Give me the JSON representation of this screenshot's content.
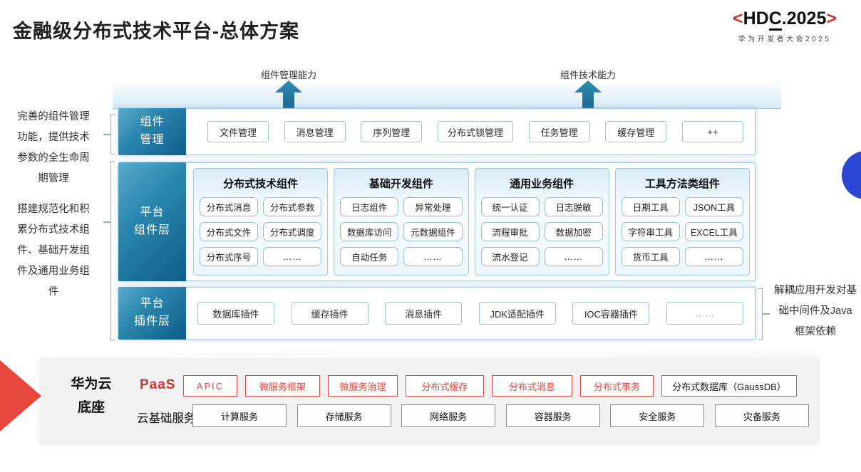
{
  "title": "金融级分布式技术平台-总体方案",
  "logo": {
    "left_bracket": "<",
    "hdc_pre": "HD",
    "hdc_c": "C",
    "hdc_post": ".2025",
    "right_bracket": ">",
    "subtitle": "华为开发者大会2025"
  },
  "arrows": [
    {
      "label": "组件管理能力"
    },
    {
      "label": "组件技术能力"
    }
  ],
  "left_notes": [
    "完善的组件管理功能，提供技术参数的全生命周期管理",
    "搭建规范化和积累分布式技术组件、基础开发组件及通用业务组件"
  ],
  "right_note": "解耦应用开发对基础中间件及Java框架依赖",
  "rows": {
    "component_mgmt": {
      "label": "组件\n管理",
      "items": [
        "文件管理",
        "消息管理",
        "序列管理",
        "分布式锁管理",
        "任务管理",
        "缓存管理",
        "++"
      ]
    },
    "platform_components": {
      "label": "平台\n组件层",
      "columns": [
        {
          "title": "分布式技术组件",
          "items": [
            "分布式消息",
            "分布式参数",
            "分布式文件",
            "分布式调度",
            "分布式序号",
            "……"
          ]
        },
        {
          "title": "基础开发组件",
          "items": [
            "日志组件",
            "异常处理",
            "数据库访问",
            "元数据组件",
            "自动任务",
            "……"
          ]
        },
        {
          "title": "通用业务组件",
          "items": [
            "统一认证",
            "日志脱敏",
            "流程审批",
            "数据加密",
            "流水登记",
            "……"
          ]
        },
        {
          "title": "工具方法类组件",
          "items": [
            "日期工具",
            "JSON工具",
            "字符串工具",
            "EXCEL工具",
            "货币工具",
            "……"
          ]
        }
      ]
    },
    "platform_plugins": {
      "label": "平台\n插件层",
      "items": [
        "数据库插件",
        "缓存插件",
        "消息插件",
        "JDK适配插件",
        "IOC容器插件",
        "……"
      ]
    }
  },
  "foundation": {
    "label": "华为云\n底座",
    "paas": {
      "label": "PaaS",
      "items": [
        "APIC",
        "微服务框架",
        "微服务治理",
        "分布式缓存",
        "分布式消息",
        "分布式事务"
      ],
      "db": "分布式数据库（GaussDB）"
    },
    "cloud": {
      "label": "云基础服务",
      "items": [
        "计算服务",
        "存储服务",
        "网络服务",
        "容器服务",
        "安全服务",
        "灾备服务"
      ]
    }
  },
  "colors": {
    "accent_teal": "#15648f",
    "accent_red": "#d0342c",
    "brand_blue": "#2b45d4",
    "border_blue": "#9cc0da",
    "slab_gray": "#f1f1f1"
  }
}
